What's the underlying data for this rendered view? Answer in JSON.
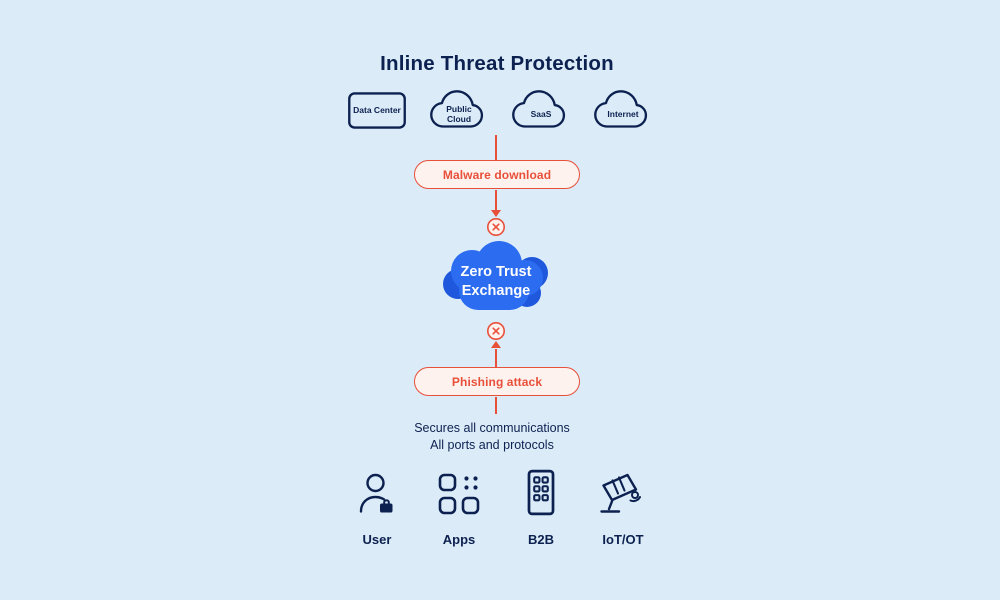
{
  "title": "Inline Threat Protection",
  "sources": [
    {
      "label": "Data Center"
    },
    {
      "label": "Public Cloud"
    },
    {
      "label": "SaaS"
    },
    {
      "label": "Internet"
    }
  ],
  "threats": {
    "malware": "Malware download",
    "phishing": "Phishing attack"
  },
  "hub": {
    "line1": "Zero Trust",
    "line2": "Exchange"
  },
  "caption": {
    "line1": "Secures all communications",
    "line2": "All ports and protocols"
  },
  "destinations": [
    {
      "label": "User"
    },
    {
      "label": "Apps"
    },
    {
      "label": "B2B"
    },
    {
      "label": "IoT/OT"
    }
  ],
  "colors": {
    "background": "#dbecf8",
    "navy": "#0d2150",
    "red": "#e8503a",
    "red_light": "#fdf2ee",
    "blue": "#2b6cf0",
    "blue_dark": "#1f58dc",
    "white": "#ffffff"
  }
}
